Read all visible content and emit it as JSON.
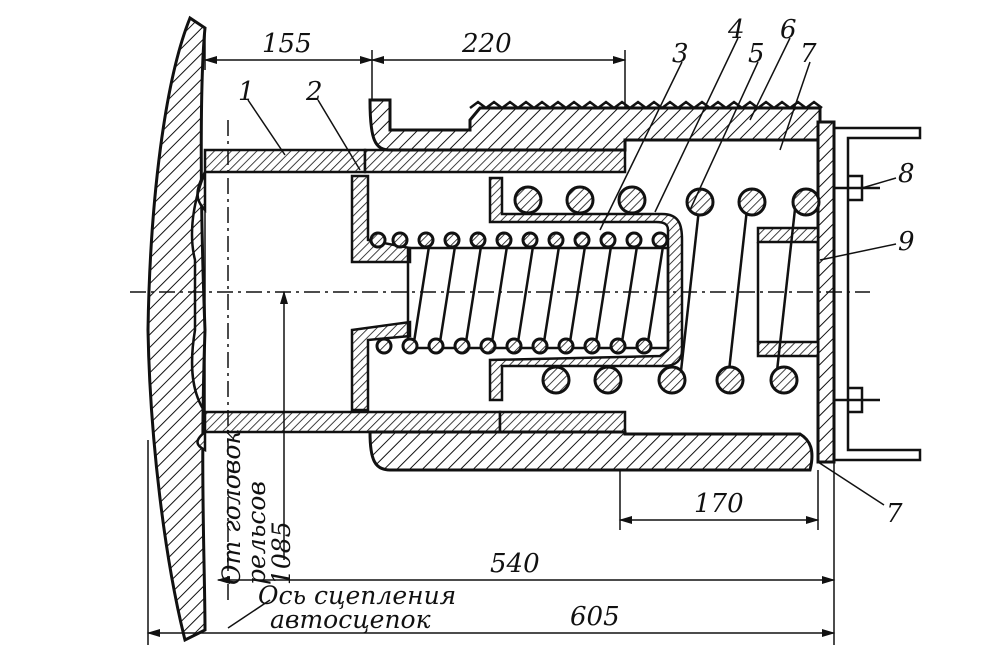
{
  "labels": {
    "l1": "1",
    "l2": "2",
    "l3": "3",
    "l4": "4",
    "l5": "5",
    "l6": "6",
    "l7a": "7",
    "l7b": "7",
    "l8": "8",
    "l9": "9"
  },
  "dimensions": {
    "d155": "155",
    "d220": "220",
    "d170": "170",
    "d540": "540",
    "d605": "605"
  },
  "captions": {
    "rail_line1": "От головок",
    "rail_line2": "рельсов",
    "rail_value": "1085",
    "axis_line1": "Ось сцепления",
    "axis_line2": "автосцепок"
  }
}
